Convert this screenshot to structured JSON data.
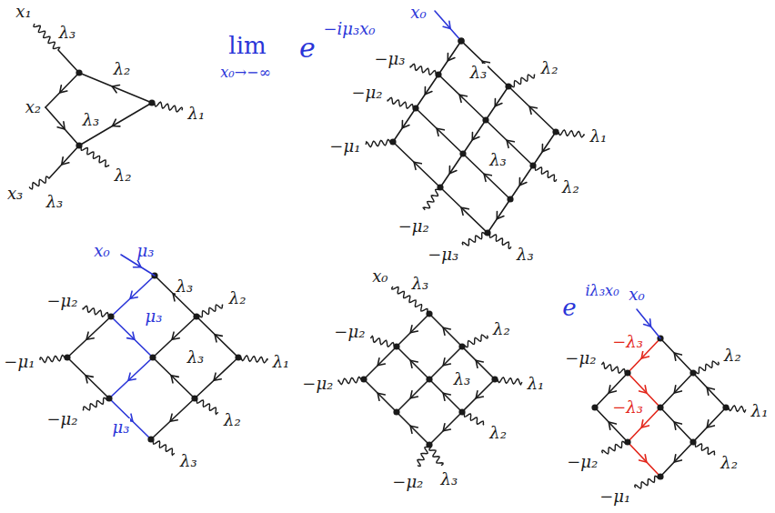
{
  "diagram": {
    "labels": [
      "x₁",
      "λ₃",
      "λ₂",
      "x₂",
      "λ₃",
      "λ₁",
      "λ₂",
      "x₃",
      "λ₃",
      "lim",
      "x₀→−∞",
      "e",
      "−iμ₃x₀",
      "x₀",
      "λ₃",
      "−μ₃",
      "−μ₂",
      "−μ₁",
      "λ₂",
      "λ₃",
      "λ₁",
      "−μ₂",
      "λ₂",
      "−μ₃",
      "λ₃",
      "x₀",
      "μ₃",
      "λ₃",
      "−μ₂",
      "λ₂",
      "−μ₁",
      "μ₃",
      "λ₃",
      "λ₁",
      "−μ₂",
      "λ₂",
      "μ₃",
      "λ₃",
      "x₀",
      "λ₃",
      "λ₂",
      "−μ₂",
      "λ₃",
      "λ₁",
      "−μ₂",
      "λ₂",
      "−μ₂",
      "λ₃",
      "e",
      "iλ₃x₀",
      "x₀",
      "λ₂",
      "−λ₃",
      "−μ₂",
      "λ₁",
      "−μ₂",
      "−λ₃",
      "λ₂",
      "−μ₁"
    ]
  }
}
